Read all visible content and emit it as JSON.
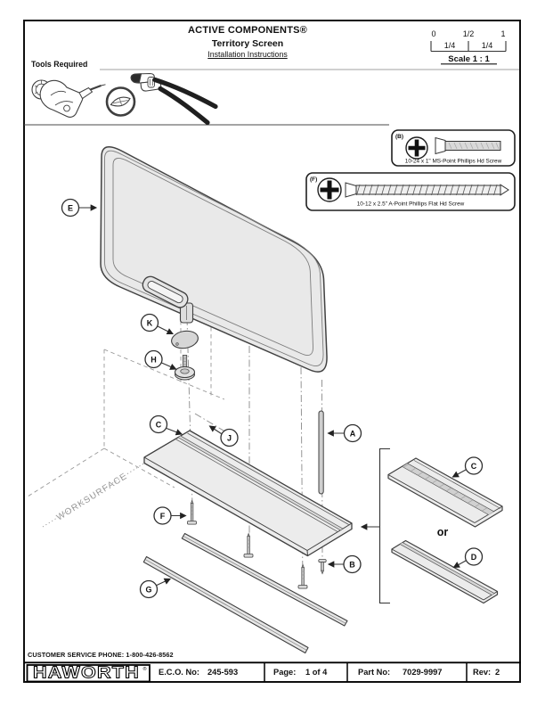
{
  "header": {
    "brand": "ACTIVE COMPONENTS®",
    "product": "Territory Screen",
    "doc_type": "Installation Instructions"
  },
  "scale_ruler": {
    "labels_top": [
      "0",
      "1/2",
      "1"
    ],
    "labels_mid": [
      "1/4",
      "1/4"
    ],
    "scale_label": "Scale 1 : 1"
  },
  "tools": {
    "label": "Tools Required",
    "items": [
      "cordless-drill",
      "phillips-bit-detail",
      "tongue-and-groove-pliers"
    ]
  },
  "screw_boxes": [
    {
      "tag": "(B)",
      "label": "10-24 x 1\" MS-Point Phillips Hd Screw"
    },
    {
      "tag": "(F)",
      "label": "10-12 x 2.5\" A-Point Phillips Flat Hd Screw"
    }
  ],
  "diagram": {
    "worksurface_label": "WORKSURFACE",
    "or_label": "or",
    "callouts": {
      "A": "A",
      "B": "B",
      "C": "C",
      "C2": "C",
      "D": "D",
      "E": "E",
      "F": "F",
      "G": "G",
      "H": "H",
      "J": "J",
      "K": "K"
    }
  },
  "footer": {
    "phone": "CUSTOMER SERVICE PHONE: 1-800-426-8562",
    "logo": "HAWORTH",
    "logo_reg": "®",
    "eco_label": "E.C.O. No:",
    "eco_value": "245-593",
    "page_label": "Page:",
    "page_value": "1 of 4",
    "part_label": "Part No:",
    "part_value": "7029-9997",
    "rev_label": "Rev:",
    "rev_value": "2"
  },
  "colors": {
    "line": "#3f3f3f",
    "panel_fill": "#e9e9e9",
    "part_fill": "#ececec",
    "handle_black": "#1f1f1f"
  }
}
